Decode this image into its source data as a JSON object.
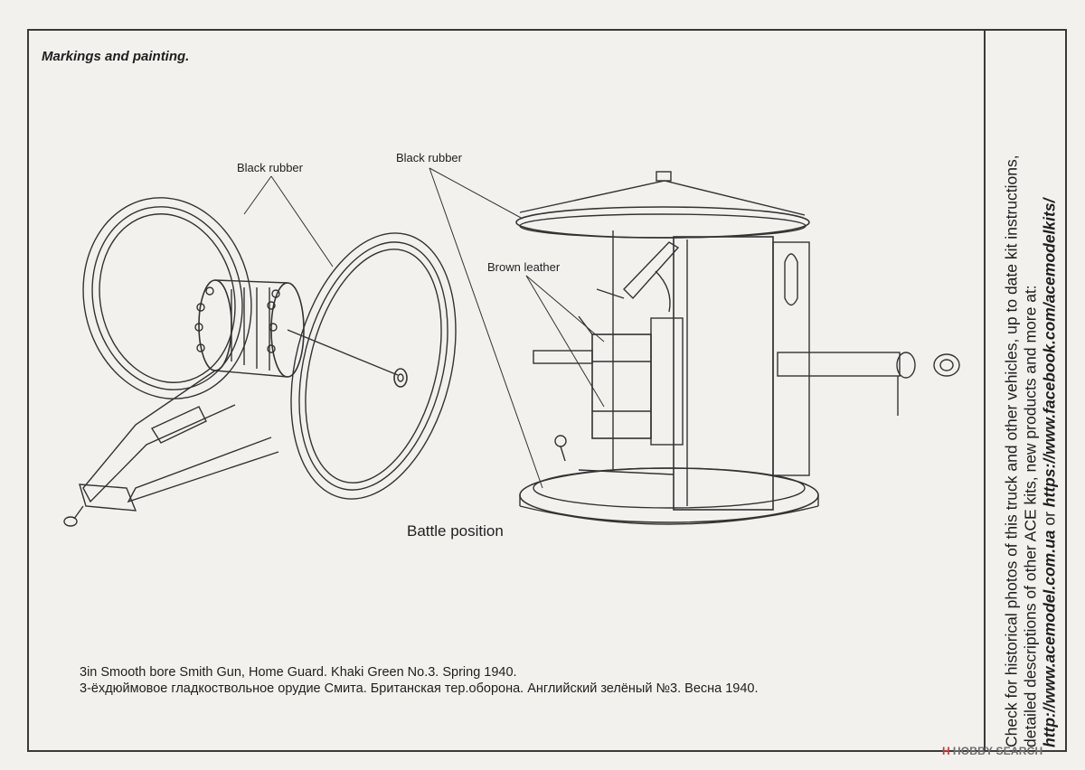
{
  "page": {
    "section_title": "Markings and painting."
  },
  "callouts": {
    "left_black_rubber": "Black rubber",
    "right_black_rubber": "Black rubber",
    "brown_leather": "Brown leather"
  },
  "views": {
    "battle_position": "Battle position"
  },
  "caption": {
    "line_en": "3in Smooth bore Smith Gun, Home Guard. Khaki Green No.3. Spring 1940.",
    "line_ru": "3-ёхдюймовое гладкоствольное орудие Смита. Британская тер.оборона. Английский зелёный №3. Весна 1940."
  },
  "sidebar_note": {
    "line1": "Check for historical photos of this truck and  other vehicles, up to date kit instructions,",
    "line2": "detailed descriptions of other ACE kits, new products and more at:",
    "line3_link1": "http://www.acemodel.com.ua",
    "line3_or": " or ",
    "line3_link2": "https://www.facebook.com/acemodelkits/"
  },
  "watermark": {
    "mark": "H",
    "text": "HOBBY SEARCH"
  },
  "colors": {
    "paper": "#f3f1ee",
    "ink": "#1f1f1f",
    "line_art": "#333333",
    "watermark_accent": "#c43a3a"
  }
}
